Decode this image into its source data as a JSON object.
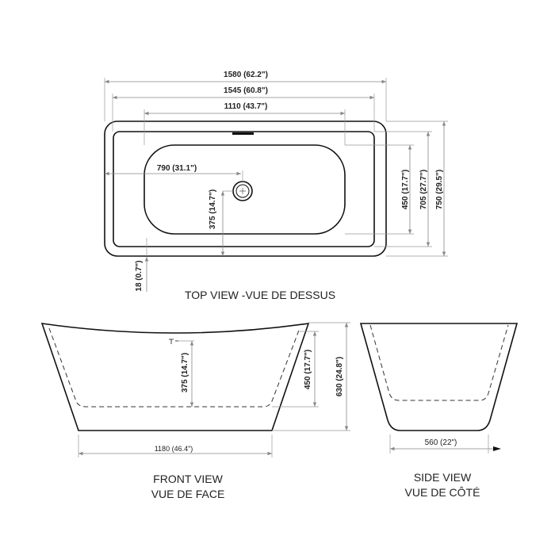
{
  "top_view": {
    "title": "TOP VIEW -VUE DE DESSUS",
    "dims": {
      "overall_length": "1580 (62.2\")",
      "rim_length": "1545 (60.8\")",
      "basin_length": "1110 (43.7\")",
      "drain_offset": "790 (31.1\")",
      "drain_from_edge": "375 (14.7\")",
      "basin_width": "450 (17.7\")",
      "rim_width": "705 (27.7\")",
      "overall_width": "750 (29.5\")",
      "rim_thickness": "18 (0.7\")"
    }
  },
  "front_view": {
    "title_en": "FRONT VIEW",
    "title_fr": "VUE DE FACE",
    "dims": {
      "base_length": "1180 (46.4\")",
      "overflow_height": "375 (14.7\")",
      "interior_depth": "450 (17.7\")",
      "overall_height": "630 (24.8\")"
    }
  },
  "side_view": {
    "title_en": "SIDE VIEW",
    "title_fr": "VUE DE CÔTÉ",
    "dims": {
      "base_width": "560 (22\")"
    }
  }
}
